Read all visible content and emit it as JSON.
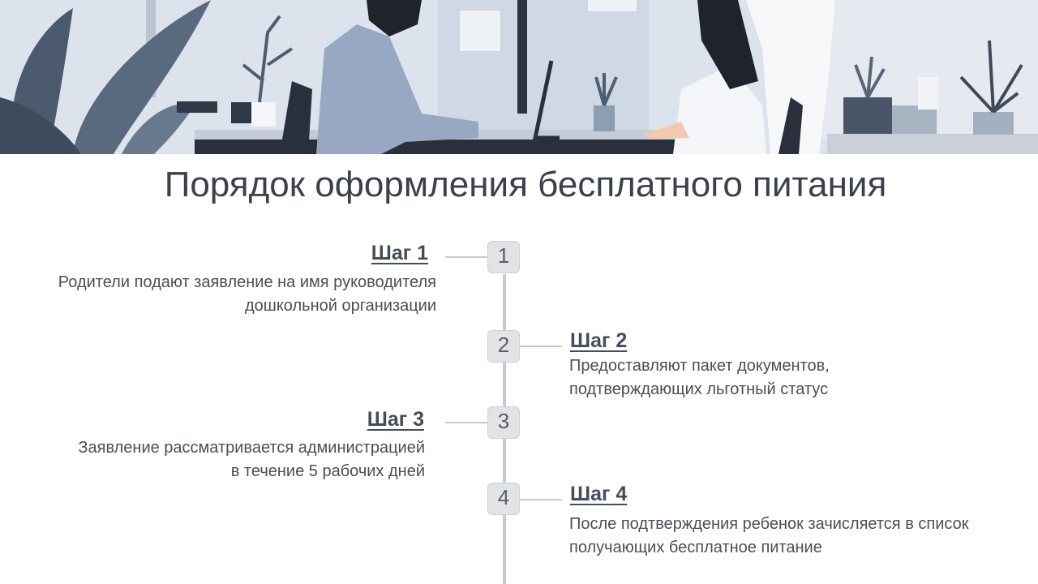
{
  "title": "Порядок оформления бесплатного питания",
  "steps": [
    {
      "number": "1",
      "heading": "Шаг 1",
      "lines": [
        "Родители подают заявление на имя руководителя",
        "дошкольной организации"
      ]
    },
    {
      "number": "2",
      "heading": "Шаг 2",
      "lines": [
        "Предоставляют пакет документов,",
        "подтверждающих льготный статус"
      ]
    },
    {
      "number": "3",
      "heading": "Шаг 3",
      "lines": [
        "Заявление рассматривается администрацией",
        "в течение  5 рабочих дней"
      ]
    },
    {
      "number": "4",
      "heading": "Шаг 4",
      "lines": [
        "После подтверждения ребенок зачисляется в список",
        "получающих бесплатное питание"
      ]
    }
  ]
}
